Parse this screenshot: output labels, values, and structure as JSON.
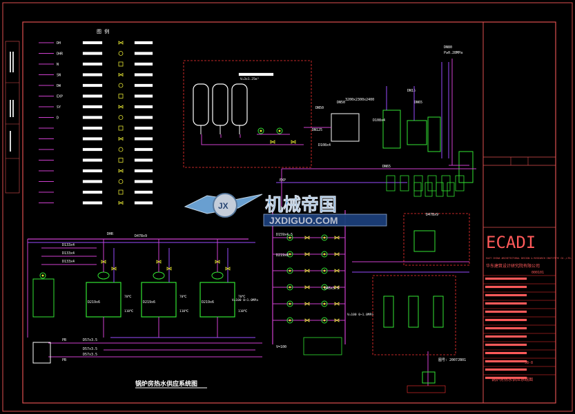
{
  "colors": {
    "background": "#000000",
    "frame": "#e05050",
    "drawing_border": "#ffffff",
    "pipe_magenta": "#d040d0",
    "pipe_violet": "#9a4cff",
    "equipment_green": "#33e633",
    "equipment_red": "#ff3333",
    "text_white": "#ffffff",
    "valve_yellow": "#e6e633",
    "watermark_blue": "#3a8fd8",
    "watermark_silver": "#c0c8d8",
    "ecadi_text": "#ff5a5a"
  },
  "legend": {
    "title": "图 例",
    "codes": [
      "DH",
      "DHR",
      "N",
      "SN",
      "DW",
      "EXP",
      "SY",
      "D",
      "",
      "",
      "",
      "",
      "",
      "",
      "",
      ""
    ],
    "symbol_icons": [
      "gate-valve",
      "ball-valve",
      "check-valve",
      "strainer",
      "pressure-gauge",
      "thermometer",
      "safety-valve",
      "pump",
      "butterfly-valve",
      "reducer",
      "flexible-joint",
      "pressure-reducing-valve",
      "flow-meter",
      "motorized-valve",
      "regulating-valve",
      "drain-valve"
    ]
  },
  "diagram": {
    "title": "锅炉房热水供应系统图",
    "tank_unit_label": "V=3x1.25m³",
    "softener_size": "3200x2300x2400",
    "top_right_pressure": "P≥0.28MPa",
    "top_right_dn": "DN80",
    "pipe_labels": {
      "dhr_main": "DHR",
      "main_supply": "D478x9",
      "supply_d133_1": "D133x4",
      "supply_d133_2": "D133x4",
      "supply_d133_3": "D133x4",
      "v100": "V=100",
      "pressure_range": "V=100 0~1.0MPa",
      "pb1": "PB",
      "pb2": "PB",
      "d57_1": "D57x3.5",
      "d57_2": "D57x3.5",
      "d57_3": "D57x3.5",
      "exp": "EXP",
      "dn125": "DN125",
      "dn50": "DN50",
      "dn65": "DN65",
      "dn15": "DN15",
      "d159": "D159x4.5",
      "d219": "D219x6",
      "d45": "D45x3.5",
      "drawing_no": "图号: 2007JB01",
      "pressure_top": "V=100 0~1.0MPa"
    },
    "temp_labels": [
      "70℃",
      "110℃",
      "70℃",
      "110℃",
      "70℃",
      "110℃"
    ],
    "boiler_tags": [
      "D219x6",
      "D219x6",
      "D219x6"
    ]
  },
  "title_block": {
    "firm_logo": "ECADI",
    "firm_name_en": "EAST CHINA ARCHITECTURAL DESIGN & RESEARCH INSTITUTE CO.,LTD.",
    "firm_name_cn": "华东建筑设计研究院有限公司",
    "cert_no": "000101",
    "drawing_title": "锅炉房热水供应系统图",
    "sheet_code": "JB-8"
  },
  "watermark": {
    "cn": "机械帝国",
    "en": "JXDIGUO.COM",
    "badge": "JX"
  }
}
